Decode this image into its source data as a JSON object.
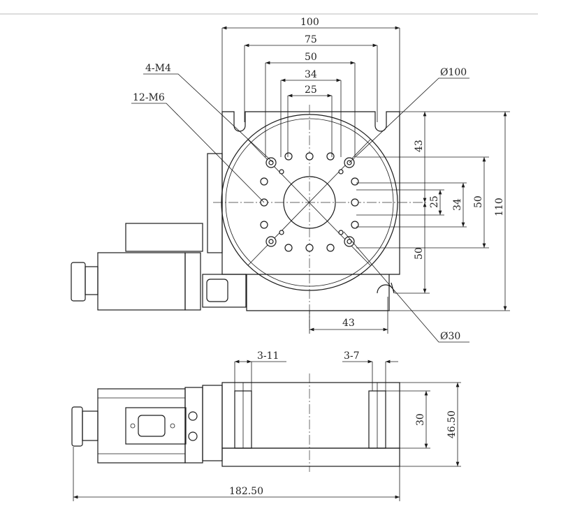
{
  "top_view": {
    "dims_horizontal": [
      "100",
      "75",
      "50",
      "34",
      "25"
    ],
    "dims_vertical": {
      "d43_top": "43",
      "d25": "25",
      "d34": "34",
      "d50": "50",
      "d110": "110",
      "d50_lower": "50"
    },
    "dim_bottom_43": "43",
    "callouts": {
      "m4": "4-M4",
      "m6": "12-M6",
      "dia100": "Ø100",
      "dia30": "Ø30"
    }
  },
  "side_view": {
    "callouts": {
      "left_hole": "3-11",
      "right_hole": "3-7"
    },
    "dim_height_inner": "30",
    "dim_height_total": "46.50",
    "dim_length_total": "182.50"
  }
}
